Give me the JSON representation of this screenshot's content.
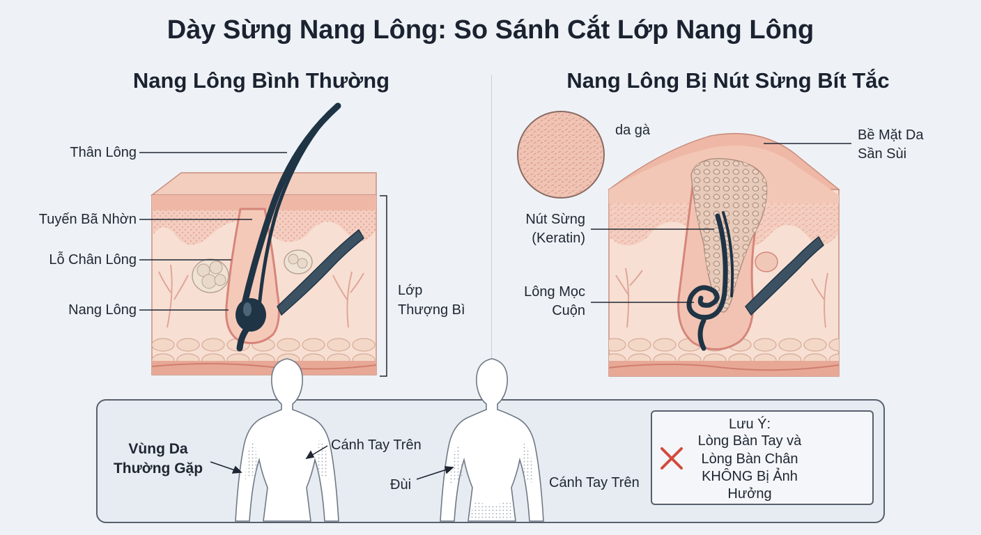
{
  "title": "Dày Sừng Nang Lông: So Sánh Cắt Lớp Nang Lông",
  "left_panel": {
    "heading": "Nang Lông Bình Thường",
    "labels": {
      "hair_shaft": "Thân Lông",
      "sebaceous_gland": "Tuyến Bã Nhờn",
      "pore": "Lỗ Chân Lông",
      "follicle": "Nang Lông",
      "epidermis": [
        "Lớp",
        "Thượng Bì"
      ]
    }
  },
  "right_panel": {
    "heading": "Nang Lông Bị Nút Sừng Bít Tắc",
    "labels": {
      "goosebumps": "da gà",
      "rough_surface": [
        "Bề Mặt Da",
        "Sần Sùi"
      ],
      "keratin_plug": [
        "Nút Sừng",
        "(Keratin)"
      ],
      "coiled_hair": [
        "Lông Mọc",
        "Cuộn"
      ]
    }
  },
  "bottom_panel": {
    "common_areas": [
      "Vùng Da",
      "Thường Gặp"
    ],
    "upper_arm_1": "Cánh Tay Trên",
    "thigh": "Đùi",
    "upper_arm_2": "Cánh Tay Trên",
    "note": {
      "title": "Lưu Ý:",
      "lines": [
        "Lòng Bàn Tay và",
        "Lòng Bàn Chân",
        "KHÔNG Bị Ảnh",
        "Hưởng"
      ]
    }
  },
  "colors": {
    "hair": "#1f3445",
    "skin_surface": "#f0c2b0",
    "dermis": "#f6d9cb",
    "plug": "#e6c7b6",
    "cross": "#d24a3d"
  }
}
